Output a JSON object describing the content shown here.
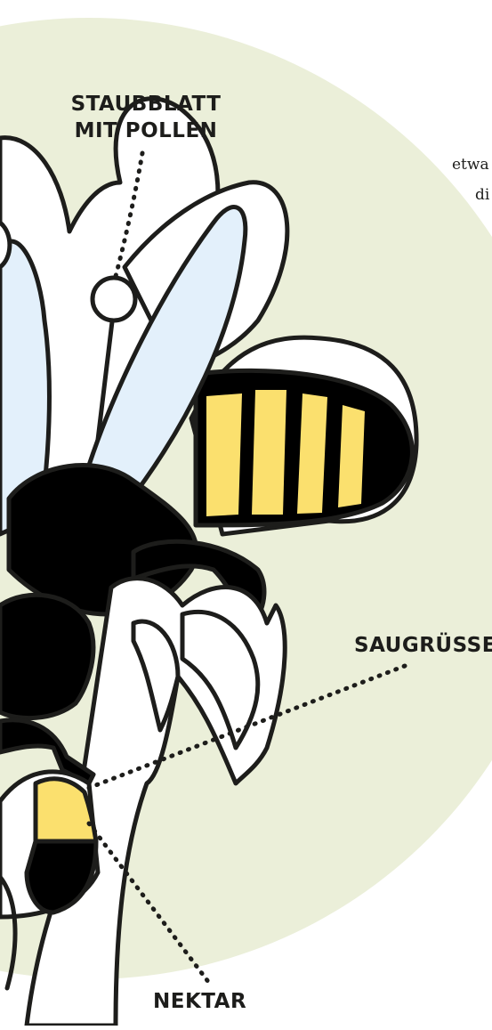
{
  "labels": {
    "stamen_line1": "STAUBBLATT",
    "stamen_line2": "MIT POLLEN",
    "proboscis": "SAUGRÜSSEL",
    "nectar": "NEKTAR"
  },
  "cut_text": {
    "line1": "etwa",
    "line2": "di"
  },
  "colors": {
    "background_circle": "#ebefd9",
    "outline": "#1d1d1b",
    "petal": "#ffffff",
    "wing": "#e3f0fb",
    "stripe": "#fbe06e",
    "nectar": "#fbe06e",
    "body": "#000000"
  }
}
